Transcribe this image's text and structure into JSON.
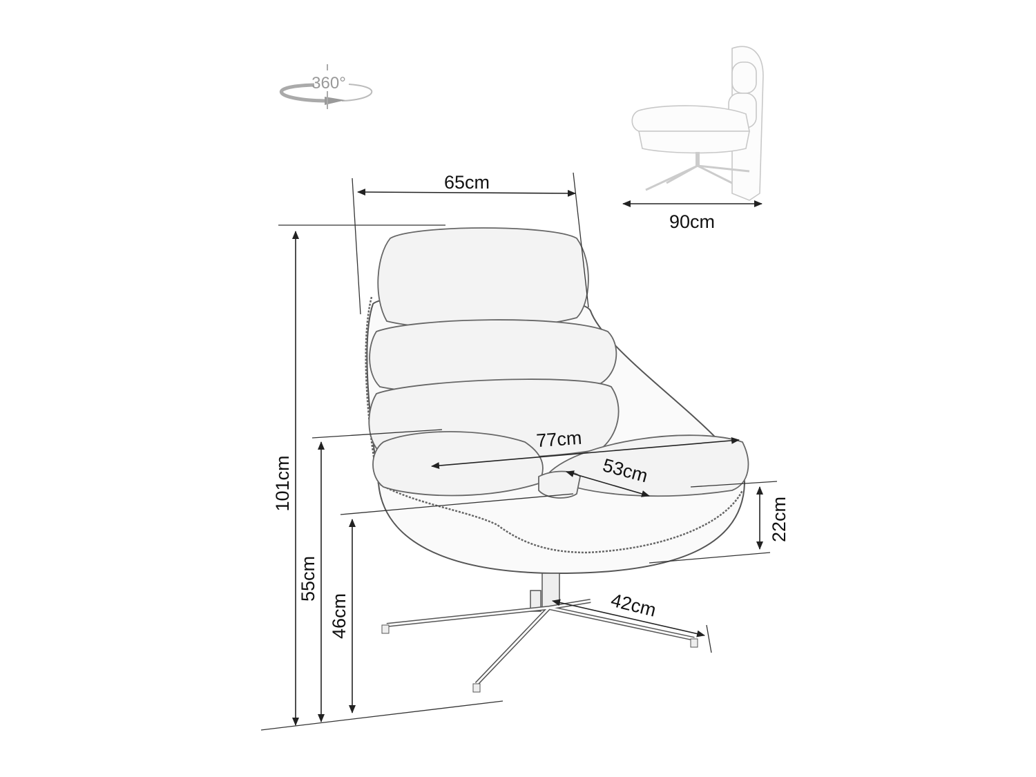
{
  "icon": {
    "rotation_label": "360°",
    "name": "360-rotation-icon"
  },
  "dimensions": {
    "width": "65cm",
    "depth_side": "90cm",
    "total_height": "101cm",
    "seat_height": "55cm",
    "shell_height": "46cm",
    "seat_width": "77cm",
    "seat_depth": "53cm",
    "shell_thickness": "22cm",
    "base_leg": "42cm"
  }
}
